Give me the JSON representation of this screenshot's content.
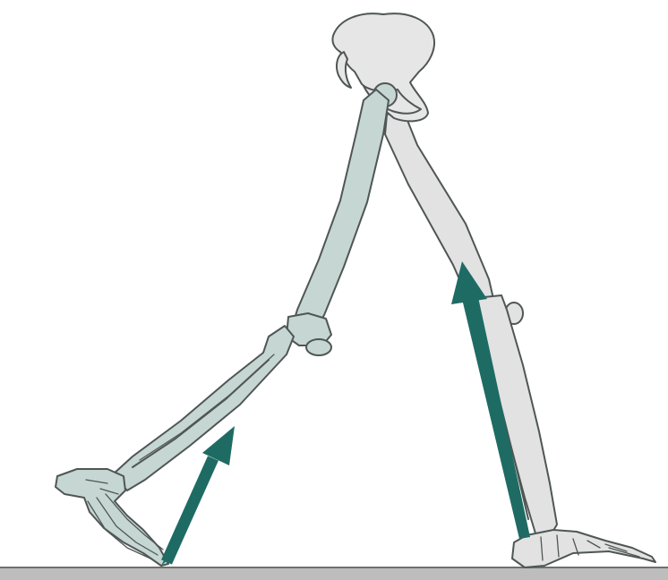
{
  "colors": {
    "background": "#ffffff",
    "front_leg_fill": "#c5d6d3",
    "rear_leg_fill": "#e2e2e2",
    "pelvis_fill": "#e6e6e6",
    "bone_outline": "#4f5655",
    "force_arrow": "#1e6b64",
    "ground_fill": "#bdbdbd",
    "ground_line": "#6f6f6f"
  },
  "elements": {
    "pelvis": "pelvis",
    "front_leg": "front-leg",
    "rear_leg": "rear-leg",
    "ground": "ground",
    "arrows": [
      "ground-reaction-arrow-front",
      "ground-reaction-arrow-rear"
    ]
  }
}
